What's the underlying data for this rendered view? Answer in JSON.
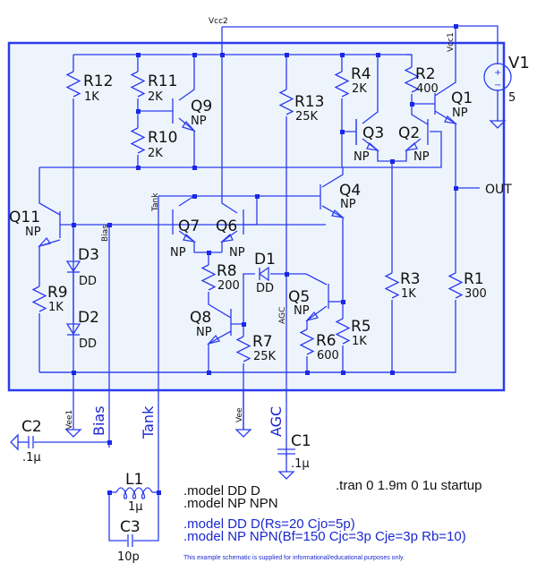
{
  "nets": {
    "vcc2": "Vcc2",
    "vcc1": "Vcc1",
    "out": "OUT",
    "tank_small": "Tank",
    "bias_small": "Bias",
    "agc_small": "AGC",
    "vee1": "Vee1",
    "vee": "Vee",
    "bias": "Bias",
    "tank": "Tank",
    "agc": "AGC"
  },
  "components": {
    "R12": {
      "name": "R12",
      "value": "1K"
    },
    "R11": {
      "name": "R11",
      "value": "2K"
    },
    "R10": {
      "name": "R10",
      "value": "2K"
    },
    "R13": {
      "name": "R13",
      "value": "25K"
    },
    "R4": {
      "name": "R4",
      "value": "2K"
    },
    "R2": {
      "name": "R2",
      "value": "400"
    },
    "R8": {
      "name": "R8",
      "value": "200"
    },
    "R9": {
      "name": "R9",
      "value": "1K"
    },
    "R7": {
      "name": "R7",
      "value": "25K"
    },
    "R6": {
      "name": "R6",
      "value": "600"
    },
    "R5": {
      "name": "R5",
      "value": "1K"
    },
    "R3": {
      "name": "R3",
      "value": "1K"
    },
    "R1": {
      "name": "R1",
      "value": "300"
    },
    "Q1": {
      "name": "Q1",
      "model": "NP"
    },
    "Q2": {
      "name": "Q2",
      "model": "NP"
    },
    "Q3": {
      "name": "Q3",
      "model": "NP"
    },
    "Q4": {
      "name": "Q4",
      "model": "NP"
    },
    "Q5": {
      "name": "Q5",
      "model": "NP"
    },
    "Q6": {
      "name": "Q6",
      "model": "NP"
    },
    "Q7": {
      "name": "Q7",
      "model": "NP"
    },
    "Q8": {
      "name": "Q8",
      "model": "NP"
    },
    "Q9": {
      "name": "Q9",
      "model": "NP"
    },
    "Q11": {
      "name": "Q11",
      "model": "NP"
    },
    "D1": {
      "name": "D1",
      "model": "DD"
    },
    "D2": {
      "name": "D2",
      "model": "DD"
    },
    "D3": {
      "name": "D3",
      "model": "DD"
    },
    "V1": {
      "name": "V1",
      "value": "5",
      "plus": "+",
      "minus": "−"
    },
    "C1": {
      "name": "C1",
      "value": ".1μ"
    },
    "C2": {
      "name": "C2",
      "value": ".1μ"
    },
    "C3": {
      "name": "C3",
      "value": "10p"
    },
    "L1": {
      "name": "L1",
      "value": "1μ"
    }
  },
  "directives": {
    "model_dd": ".model DD D",
    "model_np": ".model NP NPN",
    "tran": ".tran 0 1.9m 0 1u startup",
    "model_dd_full": ".model DD D(Rs=20 Cjo=5p)",
    "model_np_full": ".model NP NPN(Bf=150 Cjc=3p Cje=3p Rb=10)",
    "disclaimer": "This example schematic is supplied for informational/educational purposes only."
  },
  "colors": {
    "wire": "#2a3cf0",
    "box_fill": "#eef4fc",
    "comment_text": "#1a28d0"
  }
}
